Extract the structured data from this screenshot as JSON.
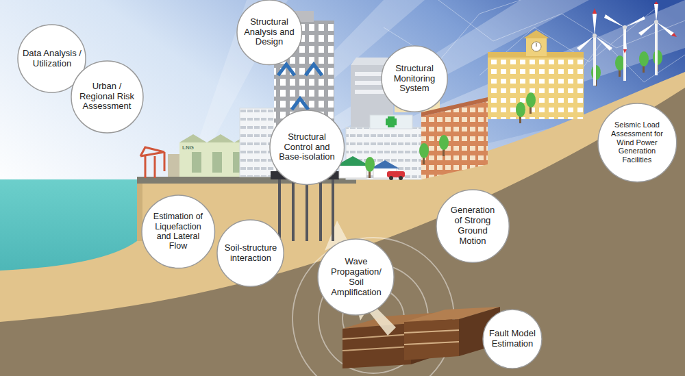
{
  "diagram": {
    "nodes": [
      {
        "text": [
          "Structural Analysis and Design"
        ]
      },
      {
        "text": [
          "Data Analysis / Utilization"
        ]
      },
      {
        "text": [
          "Structural Monitoring System"
        ]
      },
      {
        "text": [
          "Urban / Regional Risk Assessment"
        ]
      },
      {
        "text": [
          "Seismic Load Assessment for Wind Power Generation Facilities"
        ]
      },
      {
        "text": [
          "Structural Control and Base-isolation"
        ]
      },
      {
        "text": [
          "Generation of Strong Ground Motion"
        ]
      },
      {
        "text": [
          "Estimation of Liquefaction and Lateral Flow"
        ]
      },
      {
        "text": [
          "Soil-structure interaction"
        ]
      },
      {
        "text": [
          "Wave Propagation/ Soil Amplification"
        ]
      },
      {
        "text": [
          "Fault Model Estimation"
        ]
      }
    ],
    "labels": [
      "LNG"
    ]
  }
}
